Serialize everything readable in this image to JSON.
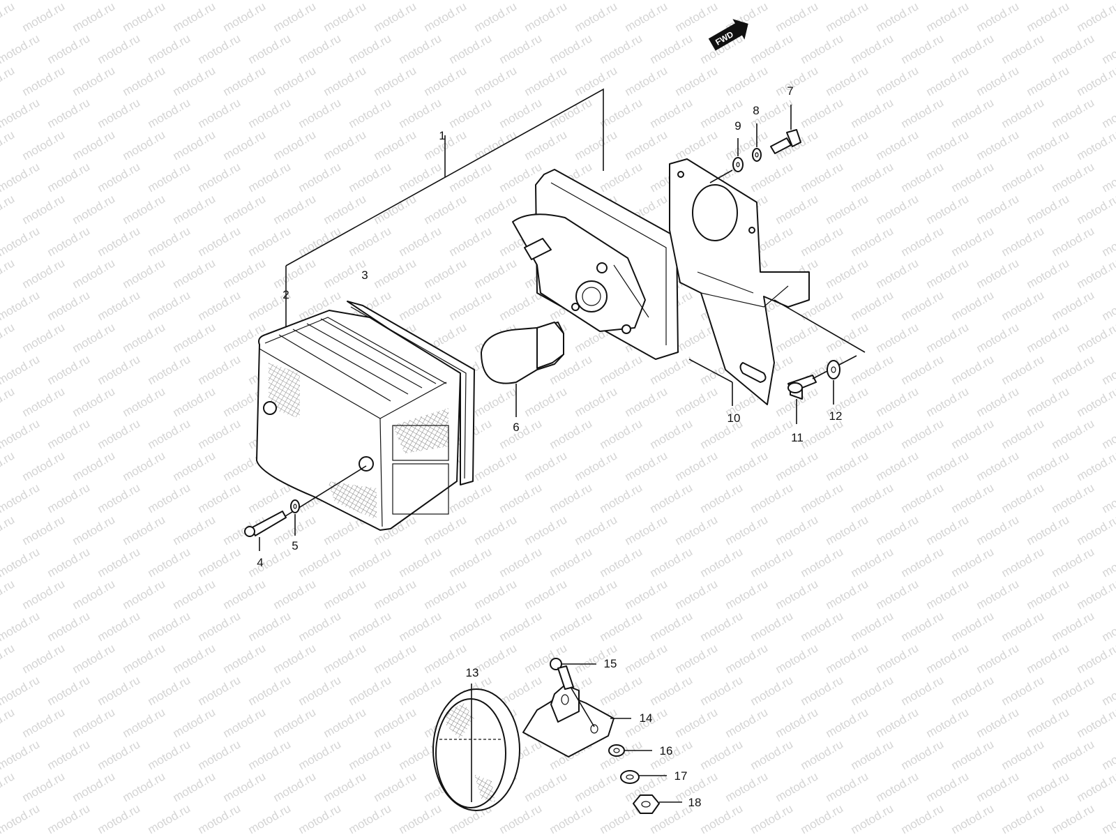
{
  "watermark": "motod.ru",
  "fwd_label": "FWD",
  "callouts": [
    {
      "id": "1",
      "text": "1"
    },
    {
      "id": "2",
      "text": "2"
    },
    {
      "id": "3",
      "text": "3"
    },
    {
      "id": "4",
      "text": "4"
    },
    {
      "id": "5",
      "text": "5"
    },
    {
      "id": "6",
      "text": "6"
    },
    {
      "id": "7",
      "text": "7"
    },
    {
      "id": "8",
      "text": "8"
    },
    {
      "id": "9",
      "text": "9"
    },
    {
      "id": "10",
      "text": "10"
    },
    {
      "id": "11",
      "text": "11"
    },
    {
      "id": "12",
      "text": "12"
    },
    {
      "id": "13",
      "text": "13"
    },
    {
      "id": "14",
      "text": "14"
    },
    {
      "id": "15",
      "text": "15"
    },
    {
      "id": "16",
      "text": "16"
    },
    {
      "id": "17",
      "text": "17"
    },
    {
      "id": "18",
      "text": "18"
    }
  ]
}
